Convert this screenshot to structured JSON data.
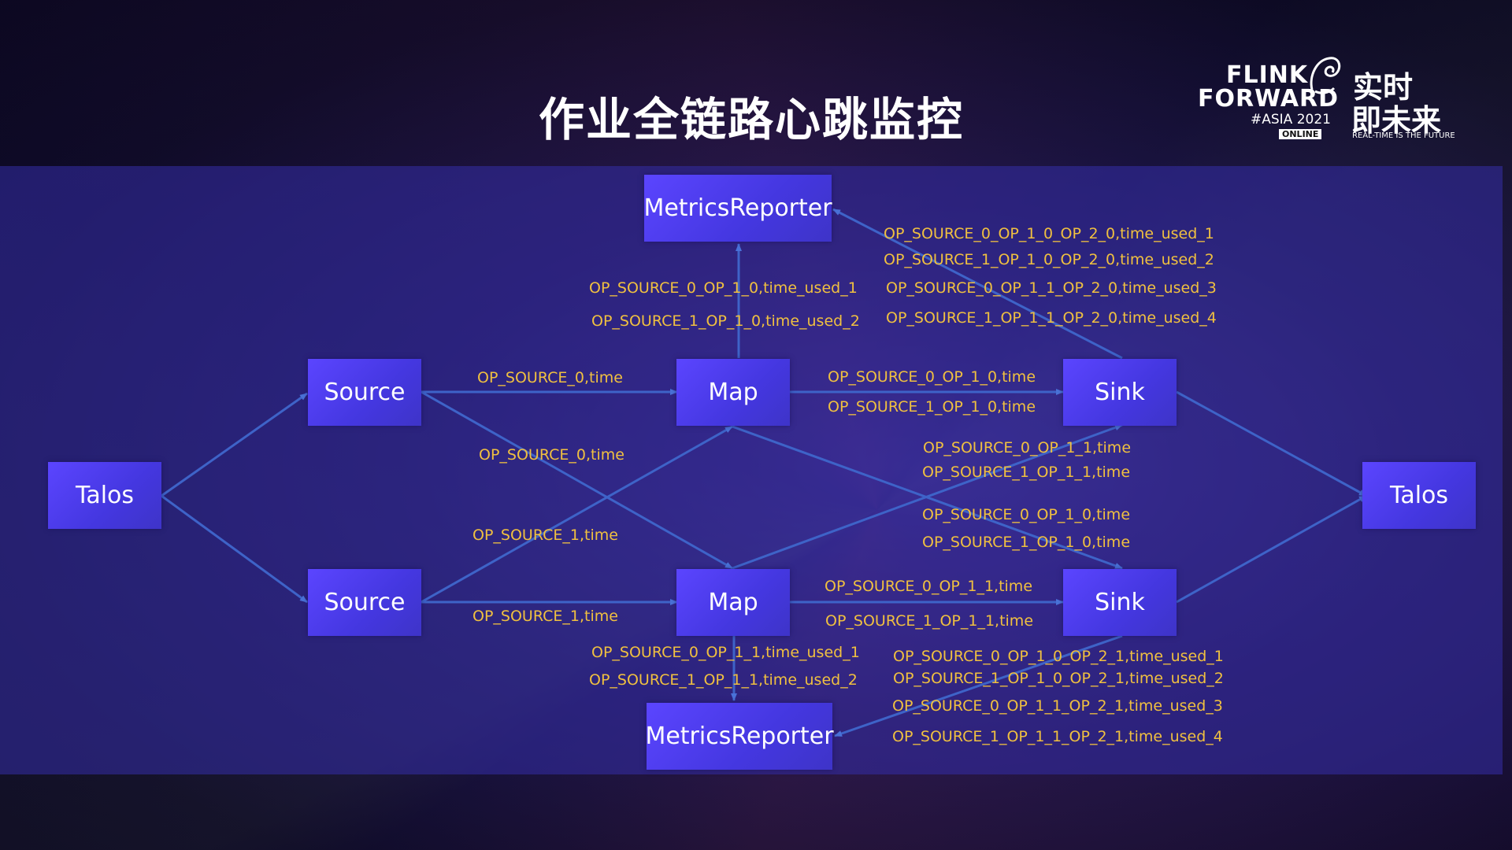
{
  "title": "作业全链路心跳监控",
  "logo": {
    "line1": "FLINK",
    "line2": "FORWARD",
    "asia": "#ASIA 2021",
    "online": "ONLINE",
    "cn1": "实时",
    "cn2": "即未来",
    "tagline": "REAL-TIME IS THE FUTURE"
  },
  "nodes": {
    "talos_in": "Talos",
    "source_top": "Source",
    "source_bottom": "Source",
    "map_top": "Map",
    "map_bottom": "Map",
    "sink_top": "Sink",
    "sink_bottom": "Sink",
    "talos_out": "Talos",
    "metrics_top": "MetricsReporter",
    "metrics_bottom": "MetricsReporter"
  },
  "labels": {
    "src_top_to_map_top": "OP_SOURCE_0,time",
    "src_top_to_map_bottom": "OP_SOURCE_0,time",
    "src_bottom_to_map_top": "OP_SOURCE_1,time",
    "src_bottom_to_map_bottom": "OP_SOURCE_1,time",
    "map_top_to_sink_top_1": "OP_SOURCE_0_OP_1_0,time",
    "map_top_to_sink_top_2": "OP_SOURCE_1_OP_1_0,time",
    "map_bottom_to_sink_top_1": "OP_SOURCE_0_OP_1_1,time",
    "map_bottom_to_sink_top_2": "OP_SOURCE_1_OP_1_1,time",
    "map_top_to_sink_bottom_1": "OP_SOURCE_0_OP_1_0,time",
    "map_top_to_sink_bottom_2": "OP_SOURCE_1_OP_1_0,time",
    "map_bottom_to_sink_bottom_1": "OP_SOURCE_0_OP_1_1,time",
    "map_bottom_to_sink_bottom_2": "OP_SOURCE_1_OP_1_1,time",
    "map_top_to_metrics_1": "OP_SOURCE_0_OP_1_0,time_used_1",
    "map_top_to_metrics_2": "OP_SOURCE_1_OP_1_0,time_used_2",
    "sink_top_to_metrics_1": "OP_SOURCE_0_OP_1_0_OP_2_0,time_used_1",
    "sink_top_to_metrics_2": "OP_SOURCE_1_OP_1_0_OP_2_0,time_used_2",
    "sink_top_to_metrics_3": "OP_SOURCE_0_OP_1_1_OP_2_0,time_used_3",
    "sink_top_to_metrics_4": "OP_SOURCE_1_OP_1_1_OP_2_0,time_used_4",
    "map_bottom_to_metrics_1": "OP_SOURCE_0_OP_1_1,time_used_1",
    "map_bottom_to_metrics_2": "OP_SOURCE_1_OP_1_1,time_used_2",
    "sink_bottom_to_metrics_1": "OP_SOURCE_0_OP_1_0_OP_2_1,time_used_1",
    "sink_bottom_to_metrics_2": "OP_SOURCE_1_OP_1_0_OP_2_1,time_used_2",
    "sink_bottom_to_metrics_3": "OP_SOURCE_0_OP_1_1_OP_2_1,time_used_3",
    "sink_bottom_to_metrics_4": "OP_SOURCE_1_OP_1_1_OP_2_1,time_used_4"
  },
  "colors": {
    "node_fill": "#4a3df0",
    "edge": "#3e63c8",
    "label": "#f0c040",
    "panel": "#342ea8"
  }
}
